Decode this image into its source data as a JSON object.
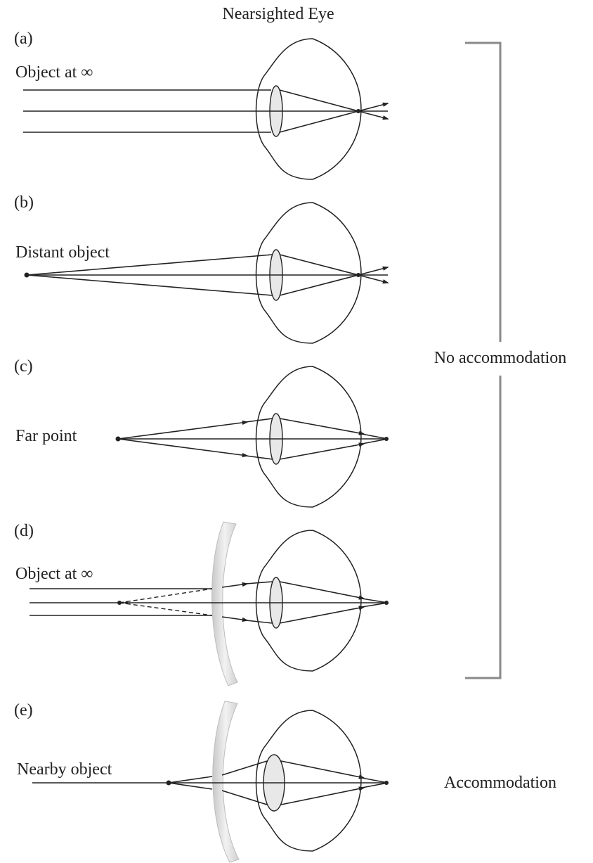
{
  "title": "Nearsighted Eye",
  "panels": [
    {
      "id": "a",
      "label": "(a)",
      "caption": "Object at ∞"
    },
    {
      "id": "b",
      "label": "(b)",
      "caption": "Distant object"
    },
    {
      "id": "c",
      "label": "(c)",
      "caption": "Far point"
    },
    {
      "id": "d",
      "label": "(d)",
      "caption": "Object at ∞"
    },
    {
      "id": "e",
      "label": "(e)",
      "caption": "Nearby object"
    }
  ],
  "bracket_label": "No accommodation",
  "accommodation_label": "Accommodation",
  "colors": {
    "line": "#222222",
    "bracket": "#8a8a8a",
    "lens_fill": "#e8e8e8",
    "corrective_lens": "#d9d9d9"
  }
}
